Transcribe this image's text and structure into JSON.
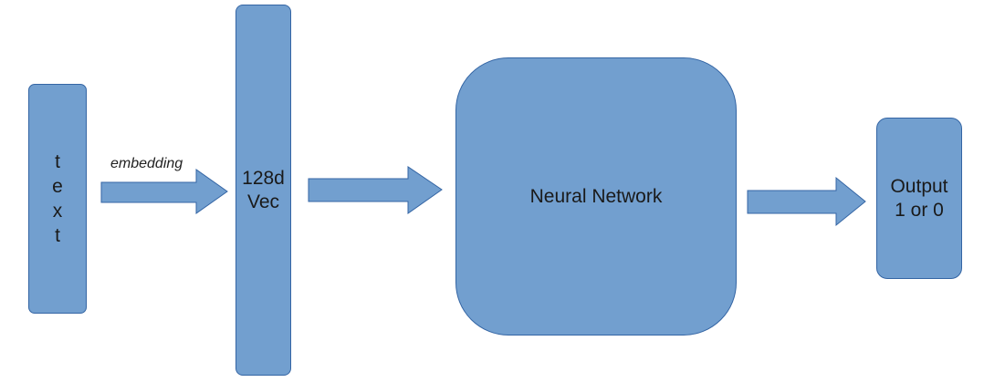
{
  "nodes": {
    "text": {
      "chars": [
        "t",
        "e",
        "x",
        "t"
      ]
    },
    "vec": {
      "line1": "128d",
      "line2": "Vec"
    },
    "network": {
      "label": "Neural Network"
    },
    "output": {
      "line1": "Output",
      "line2": "1 or 0"
    }
  },
  "edges": {
    "embedding": {
      "label": "embedding"
    }
  },
  "colors": {
    "box_fill": "#729fcf",
    "box_border": "#3465a4"
  }
}
